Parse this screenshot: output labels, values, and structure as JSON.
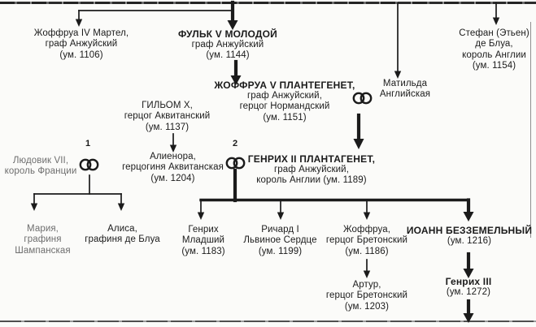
{
  "people": {
    "geoffrey_iv": {
      "lines": [
        "Жоффруа IV Мартел,",
        "граф Анжуйский",
        "(ум. 1106)"
      ]
    },
    "fulk_v": {
      "title": "ФУЛЬК V МОЛОДОЙ",
      "lines": [
        "граф Анжуйский",
        "(ум. 1144)"
      ]
    },
    "stephen": {
      "lines": [
        "Стефан (Этьен)",
        "де Блуа,",
        "король Англии",
        "(ум. 1154)"
      ]
    },
    "geoffrey_v": {
      "title": "ЖОФФРУА V ПЛАНТЕГЕНЕТ,",
      "lines": [
        "граф Анжуйский,",
        "герцог Нормандский",
        "(ум. 1151)"
      ]
    },
    "matilda": {
      "lines": [
        "Матильда",
        "Английская"
      ]
    },
    "william_x": {
      "lines": [
        "ГИЛЬОМ X,",
        "герцог Аквитанский",
        "(ум. 1137)"
      ]
    },
    "louis_vii": {
      "lines": [
        "Людовик VII,",
        "король Франции"
      ]
    },
    "eleanor": {
      "lines": [
        "Алиенора,",
        "герцогиня Аквитанская",
        "(ум. 1204)"
      ]
    },
    "henry_ii": {
      "title": "ГЕНРИХ II ПЛАНТАГЕНЕТ,",
      "lines": [
        "граф Анжуйский,",
        "король Англии (ум. 1189)"
      ]
    },
    "marie": {
      "lines": [
        "Мария,",
        "графиня",
        "Шампанская"
      ]
    },
    "alice": {
      "lines": [
        "Алиса,",
        "графиня де Блуа"
      ]
    },
    "henry_young": {
      "lines": [
        "Генрих",
        "Младший",
        "(ум. 1183)"
      ]
    },
    "richard_i": {
      "lines": [
        "Ричард I",
        "Львиное Сердце",
        "(ум. 1199)"
      ]
    },
    "geoffrey_brittany": {
      "lines": [
        "Жоффруа,",
        "герцог Бретонский",
        "(ум. 1186)"
      ]
    },
    "john": {
      "title": "ИОАНН БЕЗЗЕМЕЛЬНЫЙ",
      "lines": [
        "(ум. 1216)"
      ]
    },
    "arthur": {
      "lines": [
        "Артур,",
        "герцог Бретонский",
        "(ум. 1203)"
      ]
    },
    "henry_iii": {
      "title": "Генрих III",
      "lines": [
        "(ум. 1272)"
      ]
    }
  },
  "marriages": {
    "first": "1",
    "second": "2"
  },
  "icons": {
    "marriage_rings": "interlocked-circles"
  },
  "colors": {
    "ink": "#1b1b1b",
    "faded_ink": "#6e6e6e",
    "paper": "#fbfbf9"
  }
}
